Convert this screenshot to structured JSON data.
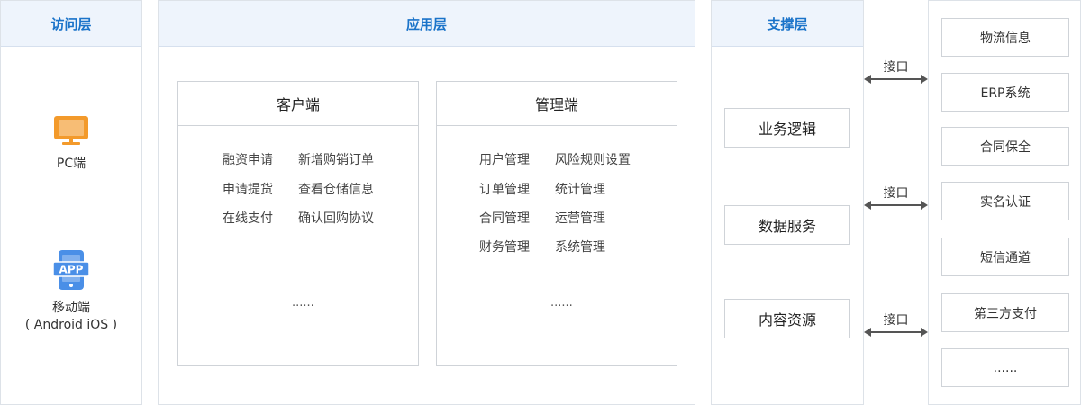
{
  "access_layer": {
    "title": "访问层",
    "devices": [
      {
        "label": "PC端"
      },
      {
        "label": "移动端",
        "sublabel": "( Android  iOS )",
        "badge": "APP"
      }
    ]
  },
  "app_layer": {
    "title": "应用层",
    "client": {
      "title": "客户端",
      "features": [
        "融资申请",
        "新增购销订单",
        "申请提货",
        "查看仓储信息",
        "在线支付",
        "确认回购协议"
      ],
      "more": "......"
    },
    "admin": {
      "title": "管理端",
      "features": [
        "用户管理",
        "风险规则设置",
        "订单管理",
        "统计管理",
        "合同管理",
        "运营管理",
        "财务管理",
        "系统管理"
      ],
      "more": "......"
    }
  },
  "support_layer": {
    "title": "支撑层",
    "services": [
      "业务逻辑",
      "数据服务",
      "内容资源"
    ]
  },
  "interfaces": [
    "接口",
    "接口",
    "接口"
  ],
  "external": {
    "items": [
      "物流信息",
      "ERP系统",
      "合同保全",
      "实名认证",
      "短信通道",
      "第三方支付",
      "......"
    ]
  },
  "colors": {
    "header_bg": "#eef4fc",
    "header_text": "#1a73c9",
    "pc_icon": "#f39a2b",
    "app_icon": "#4a8fe7",
    "arrow": "#555555"
  }
}
